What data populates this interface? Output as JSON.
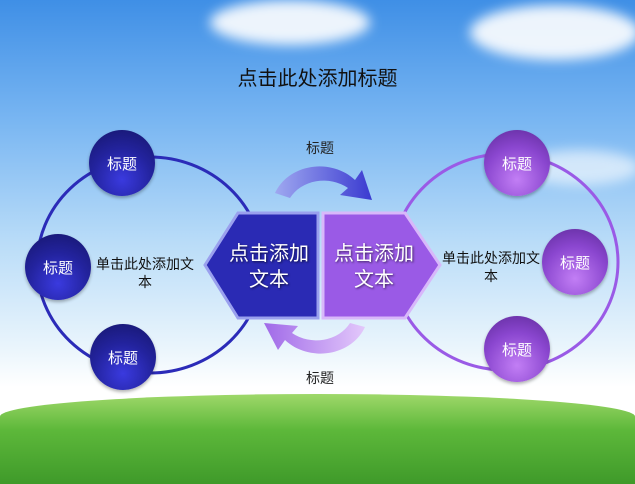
{
  "title": "点击此处添加标题",
  "arrows": {
    "top_label": "标题",
    "bottom_label": "标题"
  },
  "left": {
    "balls": [
      "标题",
      "标题",
      "标题"
    ],
    "description": "单击此处添加文本",
    "hexagon": "点击添加文本",
    "color": "#23239e"
  },
  "right": {
    "balls": [
      "标题",
      "标题",
      "标题"
    ],
    "description": "单击此处添加文本",
    "hexagon": "点击添加文本",
    "color": "#8a46cf"
  }
}
